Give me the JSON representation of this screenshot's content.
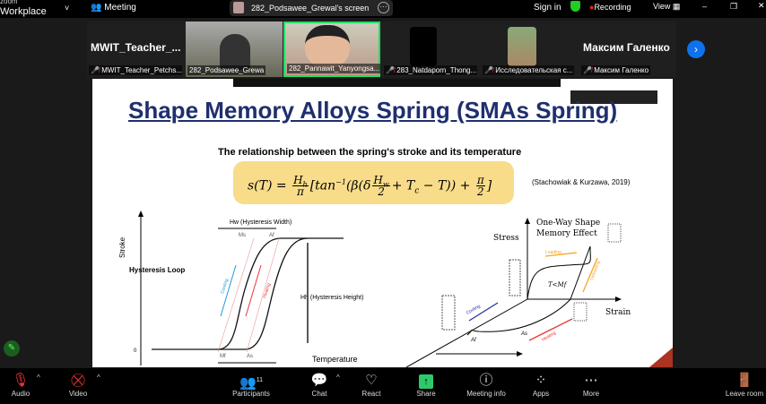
{
  "app": {
    "title_line1": "zoom",
    "title_line2": "Workplace",
    "meeting_label": "Meeting",
    "share_label": "282_Podsawee_Grewal's screen",
    "sign_in": "Sign in",
    "recording": "Recording",
    "view": "View"
  },
  "participants": [
    {
      "big_name": "MWIT_Teacher_...",
      "label": "MWIT_Teacher_Petchs...",
      "muted": true
    },
    {
      "label": "282_Podsawee_Grewa",
      "muted": false
    },
    {
      "label": "282_Pannawit_Yanyongsa...",
      "muted": false,
      "active": true
    },
    {
      "label": "283_Natdaporn_Thong...",
      "muted": true
    },
    {
      "label": "Исследовательская с...",
      "muted": true
    },
    {
      "big_name": "Максим Галенко",
      "label": "Максим Галенко",
      "muted": true
    }
  ],
  "slide": {
    "title": "Shape Memory Alloys Spring (SMAs Spring)",
    "subtitle": "The relationship between the spring's stroke and its temperature",
    "citation": "(Stachowiak & Kurzawa, 2019)",
    "left_graph": {
      "ylabel": "Stroke",
      "xlabel": "Temperature",
      "zero": "0",
      "loop_label": "Hysteresis Loop",
      "hw": "Hw (Hysteresis Width)",
      "hh": "Hh (Hysteresis Height)",
      "ms": "Ms",
      "af": "Af",
      "mf": "Mf",
      "as": "As",
      "cooling": "Cooling",
      "heating": "Heating"
    },
    "right_graph": {
      "title1": "One-Way Shape",
      "title2": "Memory Effect",
      "stress": "Stress",
      "strain": "Strain",
      "loading": "Loading",
      "unloading": "Unloading",
      "cooling": "Cooling",
      "heating": "Heating",
      "tmf": "T<Mf",
      "af": "Af",
      "as": "As"
    }
  },
  "toolbar": {
    "audio": "Audio",
    "video": "Video",
    "participants": "Participants",
    "participant_count": "11",
    "chat": "Chat",
    "react": "React",
    "share": "Share",
    "meeting_info": "Meeting info",
    "apps": "Apps",
    "more": "More",
    "leave": "Leave room"
  }
}
